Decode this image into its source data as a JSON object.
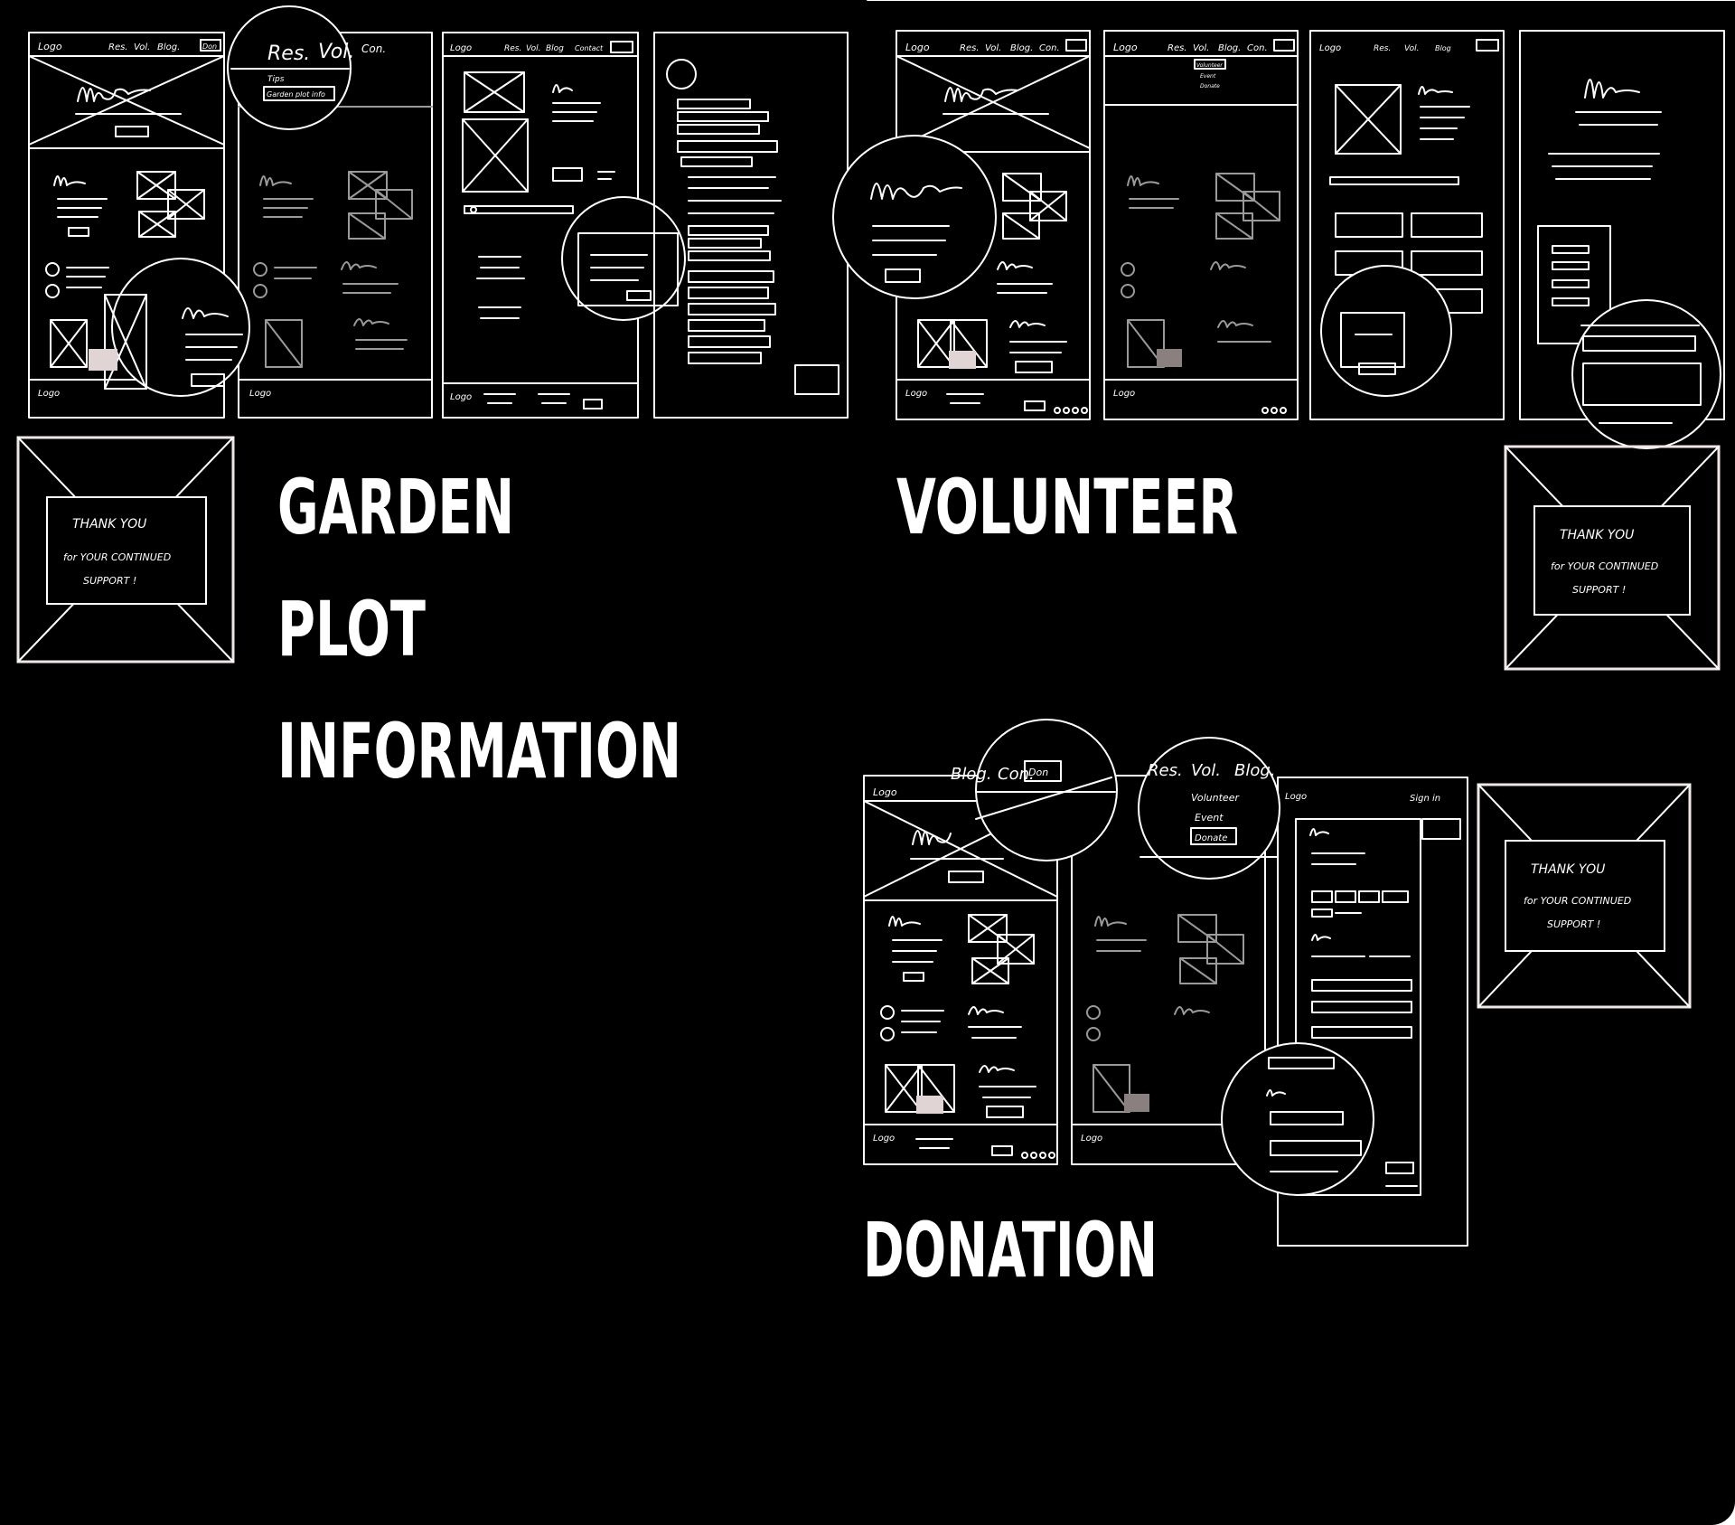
{
  "sections": {
    "garden": {
      "line1": "GARDEN",
      "line2": "PLOT",
      "line3": "INFORMATION"
    },
    "volunteer": {
      "title": "VOLUNTEER"
    },
    "donation": {
      "title": "DONATION"
    }
  },
  "thank_you": {
    "line1": "THANK YOU",
    "line2": "for YOUR CONTINUED",
    "line3": "SUPPORT !"
  },
  "nav": {
    "logo": "Logo",
    "res": "Res.",
    "vol": "Vol.",
    "blog": "Blog.",
    "contact": "Con.",
    "donate": "Don",
    "contact_full": "Contact",
    "blog_full": "Blog"
  },
  "dropdowns": {
    "resources": {
      "tips": "Tips",
      "garden_plot": "Garden plot info"
    },
    "volunteer": {
      "volunteer": "Volunteer",
      "event": "Event",
      "donate": "Donate"
    }
  },
  "auth": {
    "signin": "Sign in"
  },
  "colors": {
    "background": "#000000",
    "ink": "#ffffff",
    "faded_ink": "#9a9a9a"
  }
}
